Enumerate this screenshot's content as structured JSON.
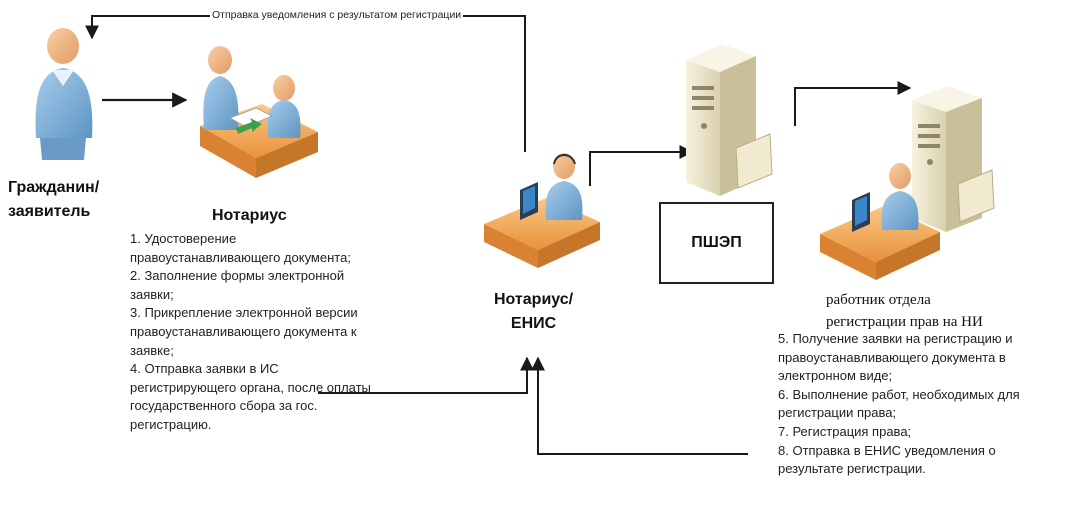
{
  "arrow_top_label": "Отправка уведомления с результатом регистрации",
  "citizen": {
    "line1": "Гражданин/",
    "line2": "заявитель"
  },
  "notary": {
    "title": "Нотариус",
    "steps": [
      "1. Удостоверение",
      "правоустанавливающего документа;",
      "2. Заполнение формы электронной",
      "заявки;",
      "3. Прикрепление электронной версии",
      "правоустанавливающего документа к",
      "заявке;",
      "4. Отправка заявки в ИС",
      "регистрирующего органа, после оплаты",
      "государственного сбора за гос.",
      "регистрацию."
    ]
  },
  "notary_enis": {
    "line1": "Нотариус/",
    "line2": "ЕНИС"
  },
  "pshep_label": "ПШЭП",
  "worker": {
    "line1": "работник отдела",
    "line2": "регистрации прав на НИ"
  },
  "registry_steps": [
    "5. Получение заявки на регистрацию и",
    "правоустанавливающего документа в",
    "электронном виде;",
    "6. Выполнение работ, необходимых для",
    "регистрации права;",
    "7. Регистрация права;",
    "8. Отправка в ЕНИС уведомления о",
    "результате регистрации."
  ],
  "colors": {
    "person_blue": "#7fb3dc",
    "skin": "#f2b98a",
    "desk_orange": "#f7b062",
    "server_beige": "#ece6cc",
    "arrow": "#1a1a1a"
  }
}
